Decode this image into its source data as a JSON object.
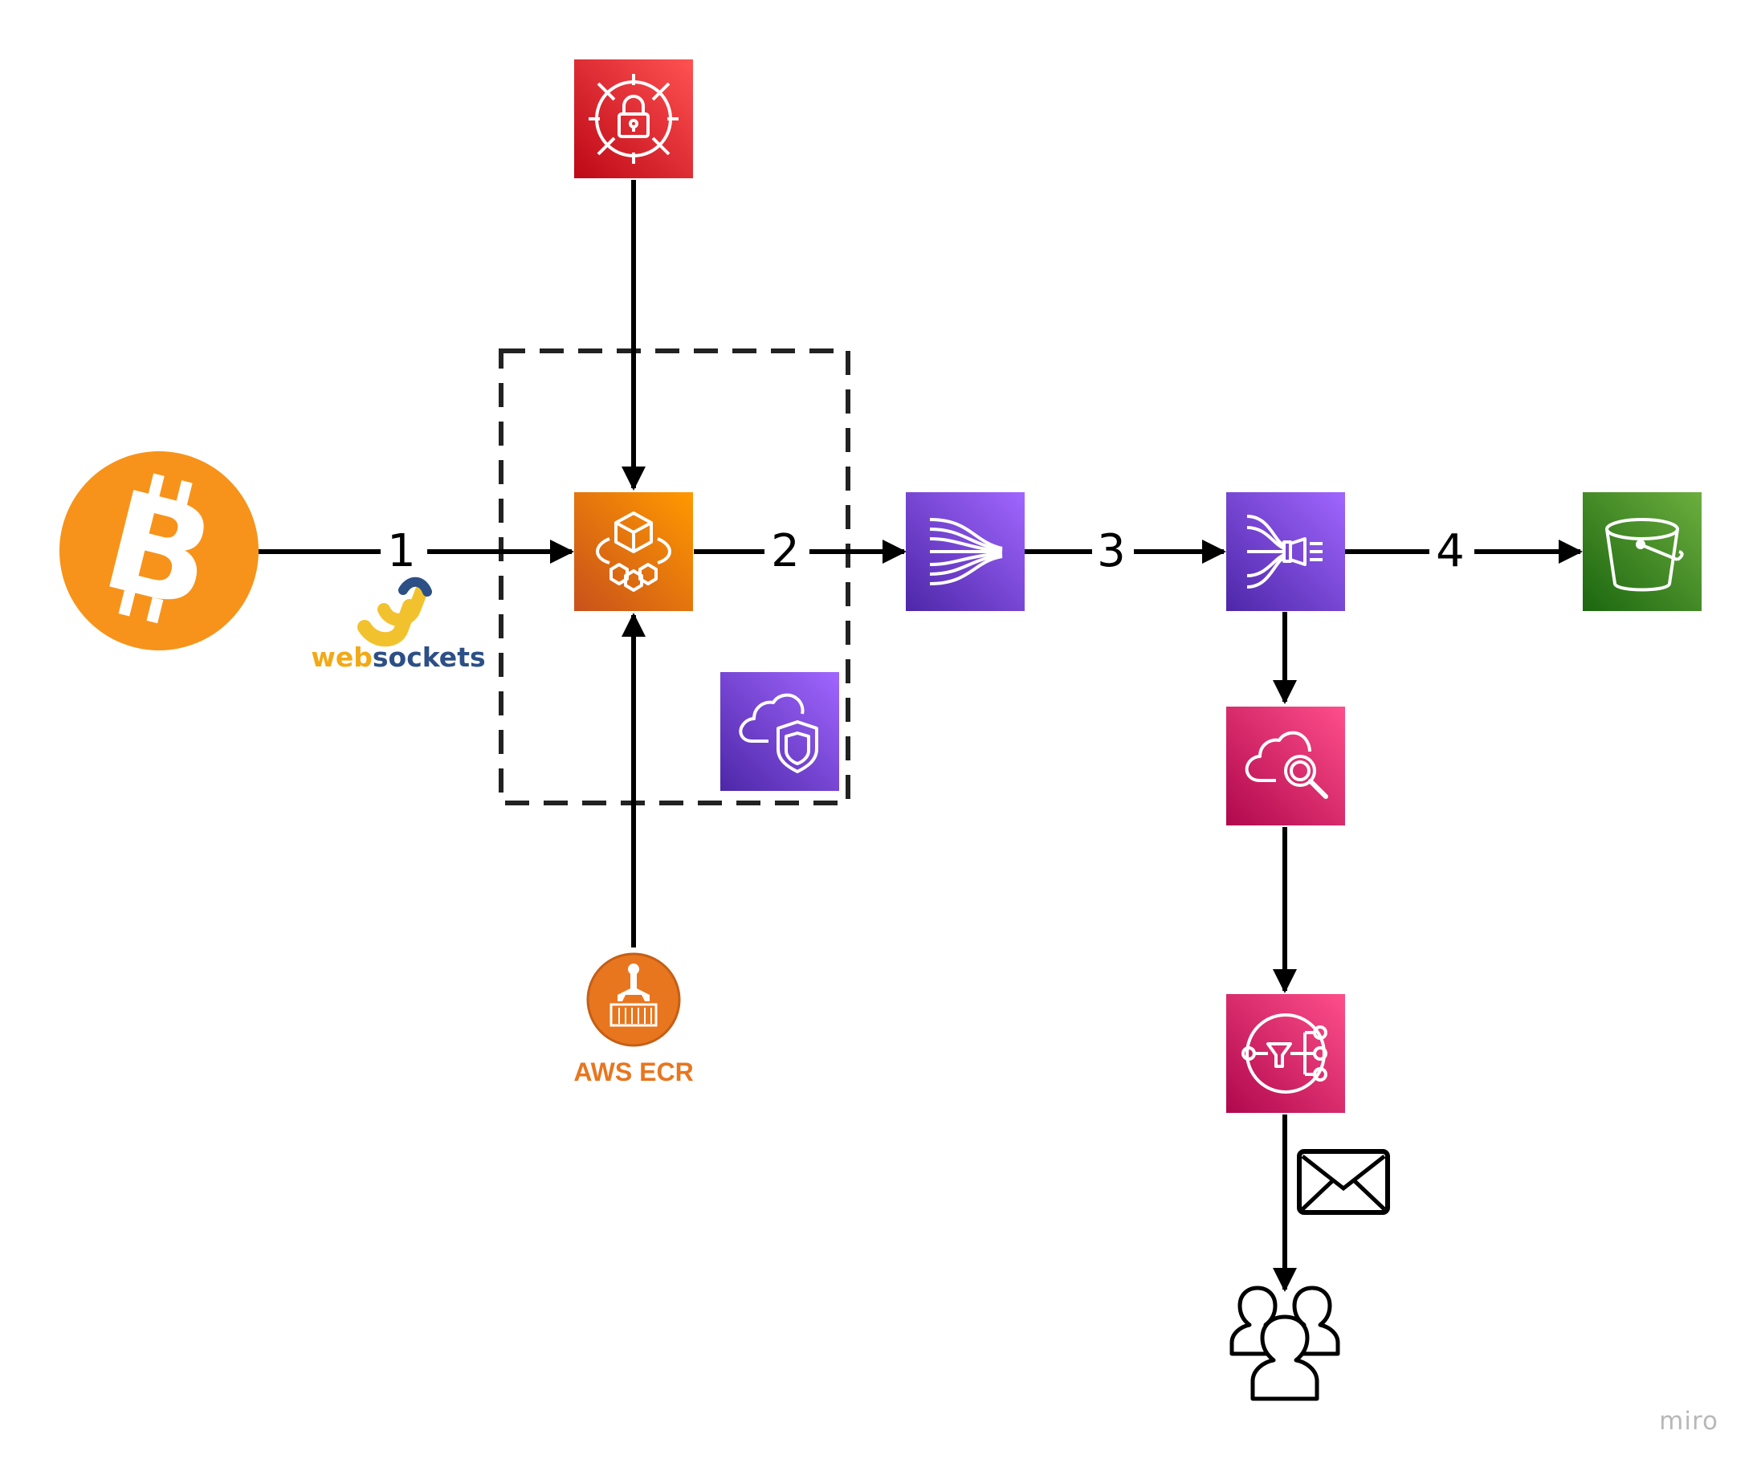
{
  "edges": {
    "step1": "1",
    "step2": "2",
    "step3": "3",
    "step4": "4"
  },
  "websockets_logo": {
    "part_a": "web",
    "part_b": "sockets"
  },
  "ecr": {
    "label": "AWS ECR"
  },
  "watermark": "miro",
  "colors": {
    "bitcoin": "#f7931a",
    "secrets_red": "#d6242d",
    "fargate_orange": "#e8720c",
    "kinesis_purple": "#7b3fe4",
    "s3_green": "#3f8624",
    "monitoring_pink": "#e7157b",
    "ecr_orange": "#e8761f"
  },
  "icons": [
    "bitcoin-icon",
    "websockets-logo",
    "secrets-manager-icon",
    "fargate-icon",
    "vpc-shield-icon",
    "ecr-icon",
    "kinesis-data-streams-icon",
    "kinesis-firehose-icon",
    "s3-bucket-icon",
    "cloudwatch-icon",
    "sns-icon",
    "email-envelope-icon",
    "users-group-icon"
  ]
}
